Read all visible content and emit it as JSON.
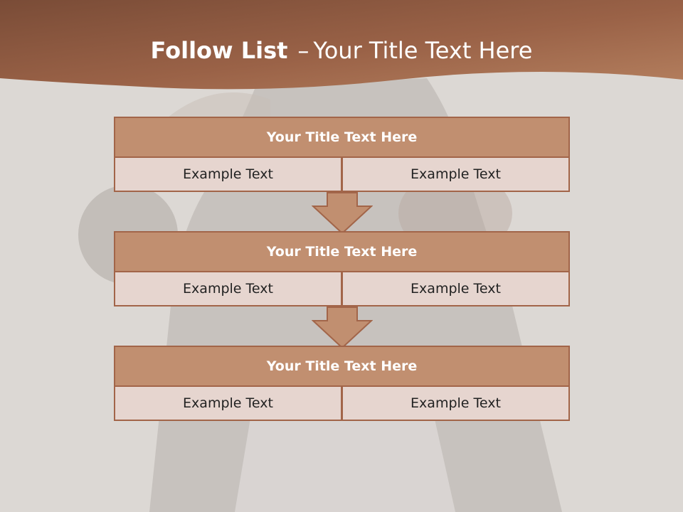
{
  "slide": {
    "title_bold": "Follow List",
    "title_sep": "–",
    "title_rest": "Your Title Text Here"
  },
  "steps": [
    {
      "title": "Your Title Text Here",
      "left": "Example Text",
      "right": "Example Text"
    },
    {
      "title": "Your Title Text Here",
      "left": "Example Text",
      "right": "Example Text"
    },
    {
      "title": "Your Title Text Here",
      "left": "Example Text",
      "right": "Example Text"
    }
  ],
  "colors": {
    "header_dark": "#7a4c37",
    "header_light": "#b07a5c",
    "block_title_fill": "#c18f70",
    "block_border": "#a26549",
    "cell_fill": "#e6d5cf",
    "background": "#ddd9d5"
  }
}
